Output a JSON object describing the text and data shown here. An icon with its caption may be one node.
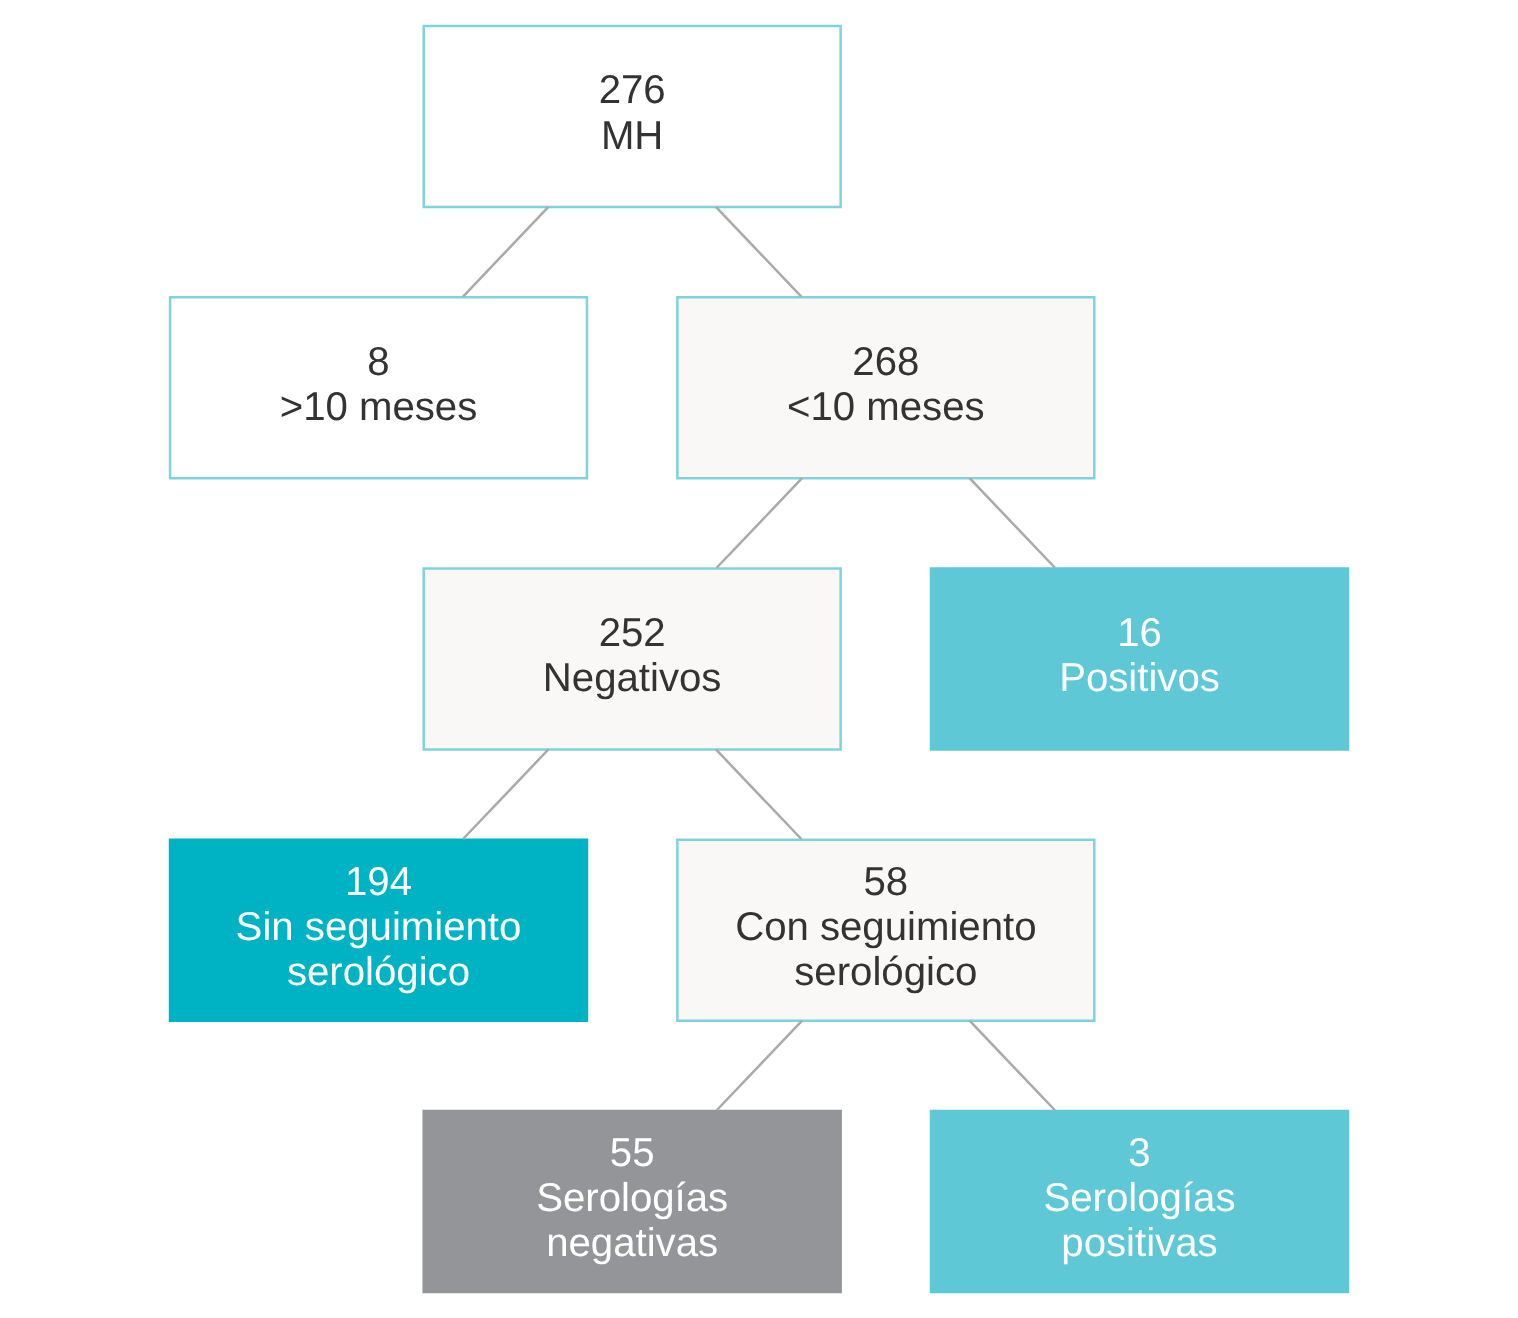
{
  "diagram": {
    "nodes": [
      {
        "text": [
          "276",
          "MH"
        ]
      },
      {
        "text": [
          "8",
          ">10 meses"
        ]
      },
      {
        "text": [
          "268",
          "<10 meses"
        ]
      },
      {
        "text": [
          "252",
          "Negativos"
        ]
      },
      {
        "text": [
          "16",
          "Positivos"
        ]
      },
      {
        "text": [
          "194",
          "Sin seguimiento serológico"
        ]
      },
      {
        "text": [
          "58",
          "Con seguimiento serológico"
        ]
      },
      {
        "text": [
          "55",
          "Serologías negativas"
        ]
      },
      {
        "text": [
          "3",
          "Serologías positivas"
        ]
      }
    ],
    "edges": [
      {
        "from": 0,
        "to": 1,
        "arrow": "none"
      },
      {
        "from": 0,
        "to": 2,
        "arrow": "none"
      },
      {
        "from": 2,
        "to": 3,
        "arrow": "none"
      },
      {
        "from": 2,
        "to": 4,
        "arrow": "none"
      },
      {
        "from": 3,
        "to": 5,
        "arrow": "none"
      },
      {
        "from": 3,
        "to": 6,
        "arrow": "none"
      },
      {
        "from": 6,
        "to": 7,
        "arrow": "none"
      },
      {
        "from": 6,
        "to": 8,
        "arrow": "none"
      }
    ]
  }
}
